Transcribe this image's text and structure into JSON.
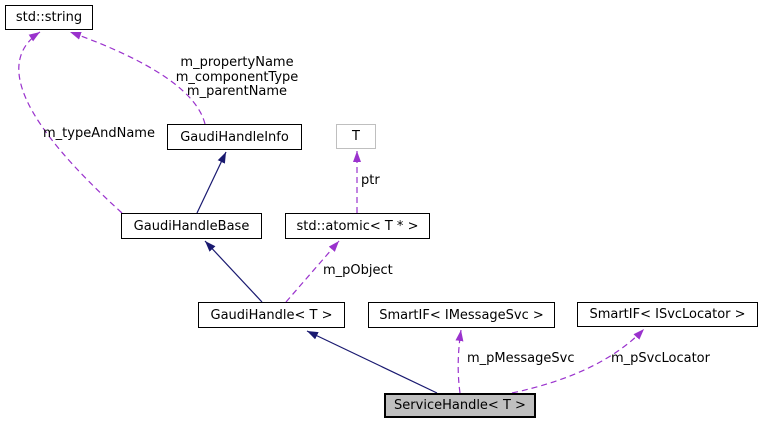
{
  "colors": {
    "inheritance_arrow": "#191970",
    "usage_arrow": "#9a32cd",
    "node_border": "#000000",
    "node_fill": "#ffffff",
    "highlight_fill": "#bfbfbf",
    "template_param_border": "#bfbfbf",
    "text": "#000000",
    "background": "#ffffff"
  },
  "nodes": {
    "std_string": "std::string",
    "gaudi_handle_info": "GaudiHandleInfo",
    "t": "T",
    "gaudi_handle_base": "GaudiHandleBase",
    "std_atomic": "std::atomic< T * >",
    "gaudi_handle": "GaudiHandle< T >",
    "smartif_imessagesvc": "SmartIF< IMessageSvc >",
    "smartif_isvclocator": "SmartIF< ISvcLocator >",
    "service_handle": "ServiceHandle< T >"
  },
  "edge_labels": {
    "property_fields": "m_propertyName\nm_componentType\nm_parentName",
    "type_and_name": "m_typeAndName",
    "ptr": "ptr",
    "p_object": "m_pObject",
    "p_message_svc": "m_pMessageSvc",
    "p_svc_locator": "m_pSvcLocator"
  }
}
